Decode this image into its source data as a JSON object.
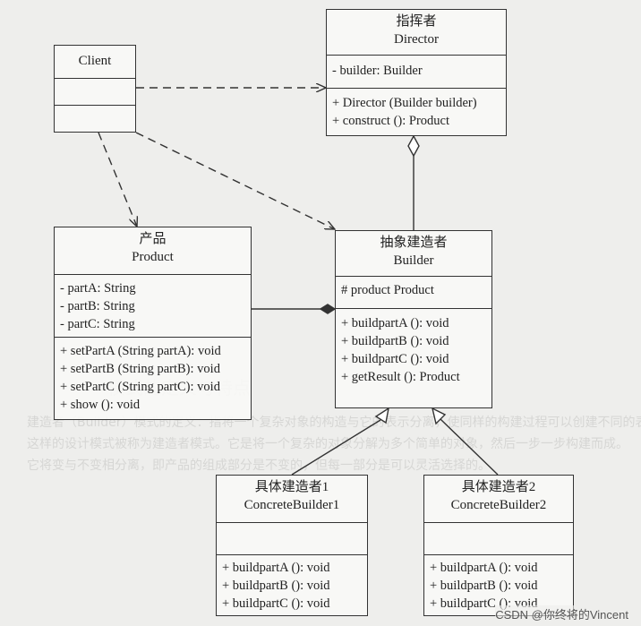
{
  "background_text": [
    "模式的定义与特点",
    "建造者（Builder）模式的定义：指将一个复杂对象的构造与它的表示分离，使同样的构建过程可以创建不同的表示",
    "这样的设计模式被称为建造者模式。它是将一个复杂的对象分解为多个简单的对象，然后一步一步构建而成。",
    "它将变与不变相分离，即产品的组成部分是不变的，但每一部分是可以灵活选择的。"
  ],
  "classes": {
    "director": {
      "name_cn": "指挥者",
      "name_en": "Director",
      "attributes": [
        "- builder: Builder"
      ],
      "methods": [
        "+ Director (Builder builder)",
        "+ construct (): Product"
      ]
    },
    "client": {
      "name_en": "Client"
    },
    "product": {
      "name_cn": "产品",
      "name_en": "Product",
      "attributes": [
        "- partA: String",
        "- partB: String",
        "- partC: String"
      ],
      "methods": [
        "+ setPartA (String partA): void",
        "+ setPartB (String partB): void",
        "+ setPartC (String partC): void",
        "+ show (): void"
      ]
    },
    "builder": {
      "name_cn": "抽象建造者",
      "name_en": "Builder",
      "attributes": [
        "# product Product"
      ],
      "methods": [
        "+ buildpartA (): void",
        "+ buildpartB (): void",
        "+ buildpartC (): void",
        "+ getResult (): Product"
      ]
    },
    "concrete1": {
      "name_cn": "具体建造者1",
      "name_en": "ConcreteBuilder1",
      "methods": [
        "+ buildpartA (): void",
        "+ buildpartB (): void",
        "+ buildpartC (): void"
      ]
    },
    "concrete2": {
      "name_cn": "具体建造者2",
      "name_en": "ConcreteBuilder2",
      "methods": [
        "+ buildpartA (): void",
        "+ buildpartB (): void",
        "+ buildpartC (): void"
      ]
    }
  },
  "watermark": "CSDN @你终将的Vincent"
}
